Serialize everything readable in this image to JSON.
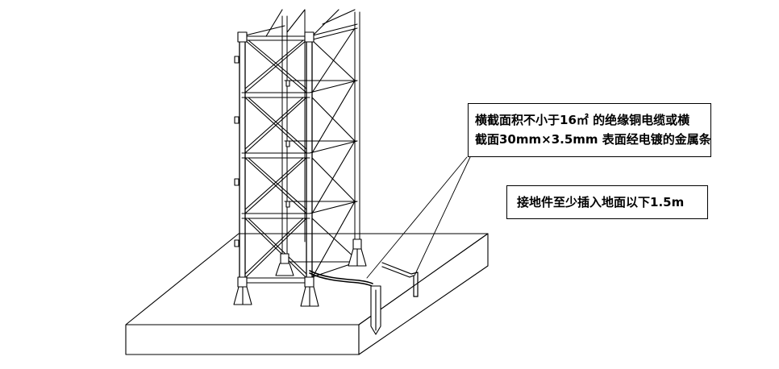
{
  "annotations": {
    "cable_spec": {
      "line1": "横截面积不小于16㎡ 的绝缘铜电缆或横",
      "line2": "截面30mm×3.5mm 表面经电镀的金属条"
    },
    "ground_rod": {
      "text": "接地件至少插入地面以下1.5m"
    }
  },
  "colors": {
    "stroke": "#000000",
    "background": "#ffffff"
  }
}
